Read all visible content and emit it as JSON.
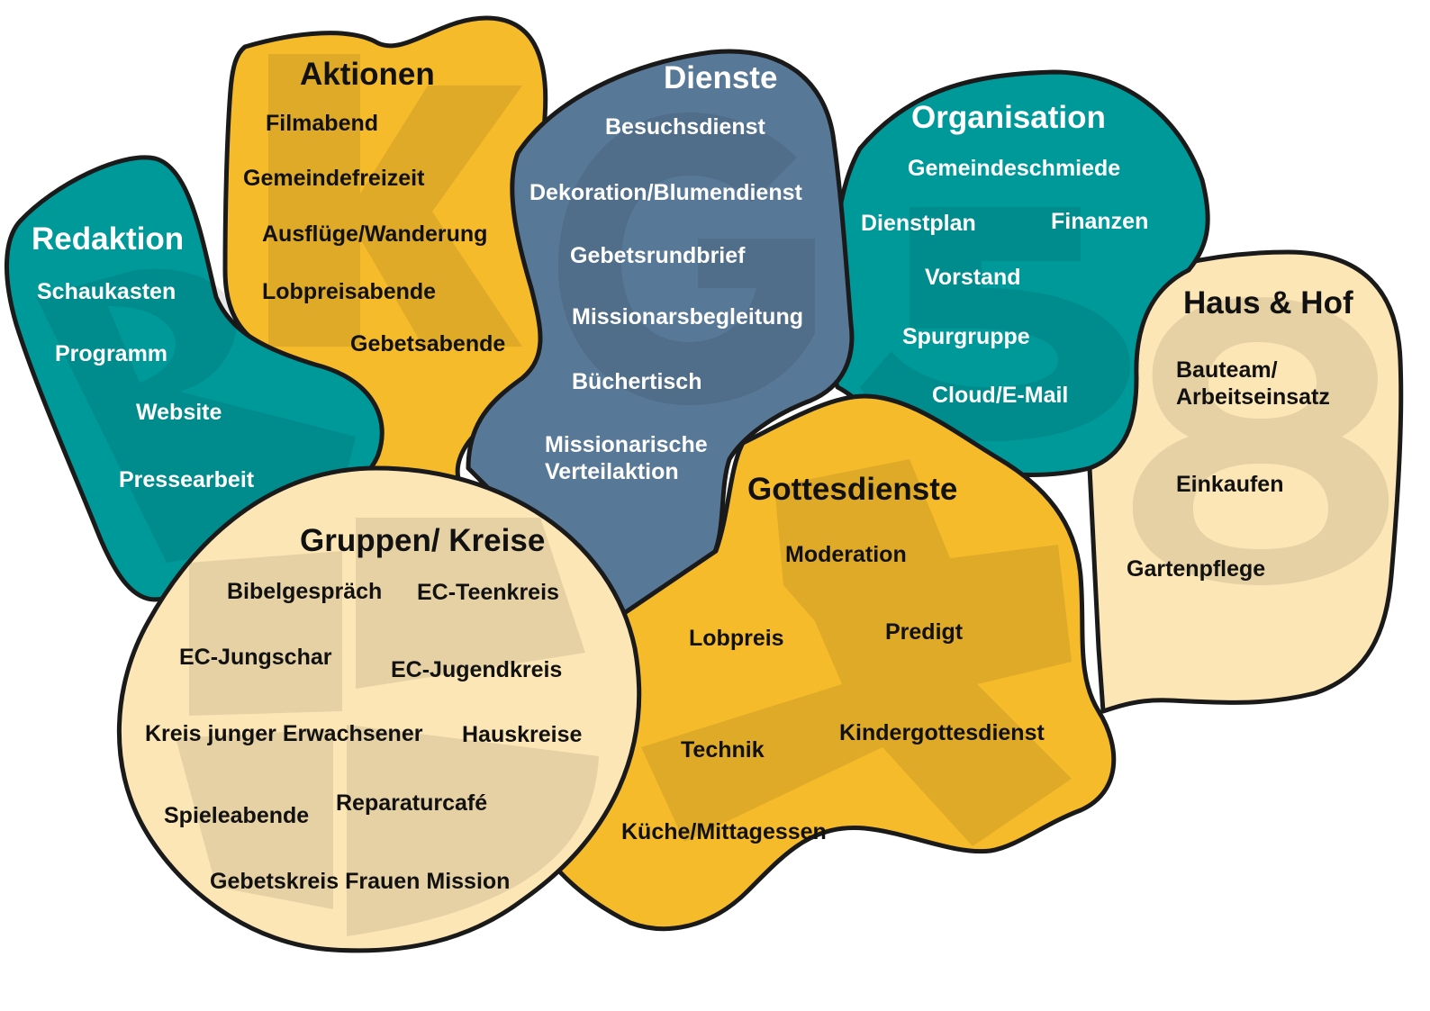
{
  "colors": {
    "teal": "#00999a",
    "yellow": "#f5bb2b",
    "slate": "#587897",
    "cream": "#fde6b6",
    "outline": "#1a1a1a"
  },
  "groups": {
    "redaktion": {
      "title": "Redaktion",
      "items": [
        "Schaukasten",
        "Programm",
        "Website",
        "Pressearbeit"
      ]
    },
    "aktionen": {
      "title": "Aktionen",
      "items": [
        "Filmabend",
        "Gemeindefreizeit",
        "Ausflüge/Wanderung",
        "Lobpreisabende",
        "Gebetsabende"
      ]
    },
    "dienste": {
      "title": "Dienste",
      "items": [
        "Besuchsdienst",
        "Dekoration/Blumendienst",
        "Gebetsrundbrief",
        "Missionarsbegleitung",
        "Büchertisch",
        "Missionarische",
        "Verteilaktion"
      ]
    },
    "organisation": {
      "title": "Organisation",
      "items": [
        "Gemeindeschmiede",
        "Dienstplan",
        "Finanzen",
        "Vorstand",
        "Spurgruppe",
        "Cloud/E-Mail"
      ]
    },
    "haus_hof": {
      "title": "Haus & Hof",
      "items": [
        "Bauteam/",
        "Arbeitseinsatz",
        "Einkaufen",
        "Gartenpflege"
      ]
    },
    "gottesdienste": {
      "title": "Gottesdienste",
      "items": [
        "Moderation",
        "Lobpreis",
        "Predigt",
        "Technik",
        "Kindergottesdienst",
        "Küche/Mittagessen"
      ]
    },
    "gruppen": {
      "title": "Gruppen/ Kreise",
      "items": [
        "Bibelgespräch",
        "EC-Teenkreis",
        "EC-Jungschar",
        "EC-Jugendkreis",
        "Kreis junger Erwachsener",
        "Hauskreise",
        "Reparaturcafé",
        "Spieleabende",
        "Gebetskreis Frauen Mission"
      ]
    }
  }
}
